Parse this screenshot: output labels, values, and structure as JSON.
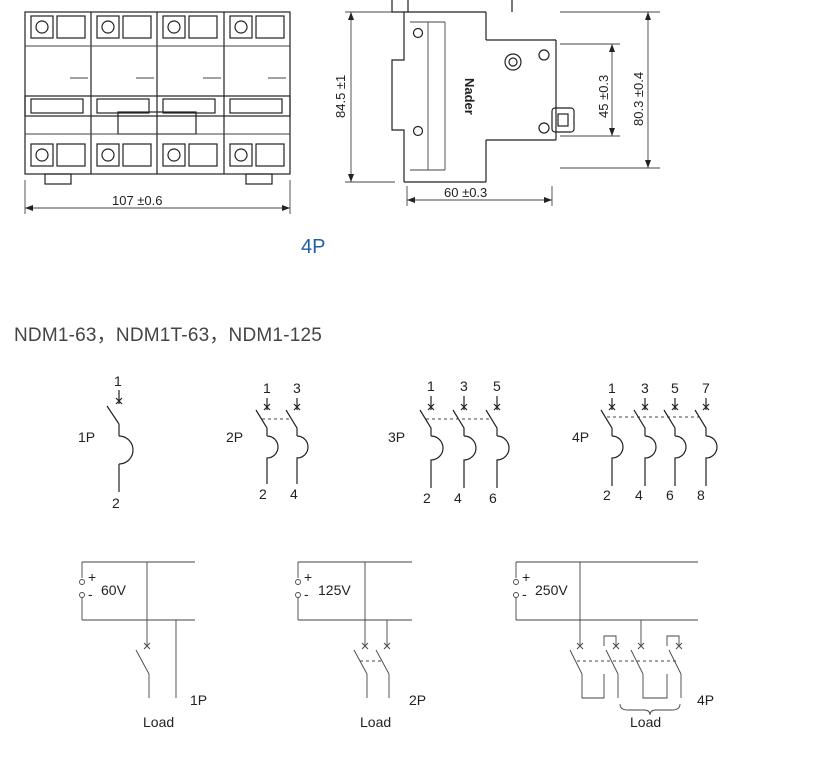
{
  "drawing": {
    "label_4p": "4P",
    "series_title": "NDM1-63，NDM1T-63，NDM1-125",
    "front": {
      "width_dim": "107 ±0.6"
    },
    "side": {
      "height_dim": "84.5 ±1",
      "depth_dim": "60 ±0.3",
      "mount_dim": "45 ±0.3",
      "total_dim": "80.3 ±0.4",
      "brand": "Nader"
    }
  },
  "wiring": {
    "p1": {
      "label": "1P",
      "top": [
        "1"
      ],
      "bottom": [
        "2"
      ]
    },
    "p2": {
      "label": "2P",
      "top": [
        "1",
        "3"
      ],
      "bottom": [
        "2",
        "4"
      ]
    },
    "p3": {
      "label": "3P",
      "top": [
        "1",
        "3",
        "5"
      ],
      "bottom": [
        "2",
        "4",
        "6"
      ]
    },
    "p4": {
      "label": "4P",
      "top": [
        "1",
        "3",
        "5",
        "7"
      ],
      "bottom": [
        "2",
        "4",
        "6",
        "8"
      ]
    }
  },
  "circuits": [
    {
      "plus": "+",
      "minus": "-",
      "voltage": "60V",
      "poles": "1P",
      "load": "Load"
    },
    {
      "plus": "+",
      "minus": "-",
      "voltage": "125V",
      "poles": "2P",
      "load": "Load"
    },
    {
      "plus": "+",
      "minus": "-",
      "voltage": "250V",
      "poles": "4P",
      "load": "Load"
    }
  ]
}
